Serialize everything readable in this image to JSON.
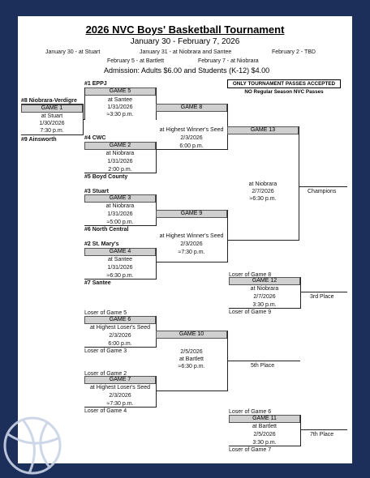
{
  "title": "2026 NVC Boys' Basketball Tournament",
  "dates": "January 30 - February 7, 2026",
  "schedule": [
    "January 30 - at Stuart",
    "January 31 - at Niobrara and Santee",
    "February 2 - TBD",
    "February 5 - at Bartlett",
    "February 7 - at Niobrara"
  ],
  "admission": "Admission:  Adults $6.00 and Students (K-12) $4.00",
  "notice": [
    "ONLY TOURNAMENT PASSES ACCEPTED",
    "NO Regular Season NVC Passes"
  ],
  "teams": {
    "s1": "#1 EPPJ",
    "s8": "#8  Niobrara-Verdigre",
    "s9": "#9  Ainsworth",
    "s4": "#4  CWC",
    "s5": "#5  Boyd County",
    "s3": "#3  Stuart",
    "s6": "#6  North Central",
    "s2": "#2  St. Mary's",
    "s7": "#7  Santee"
  },
  "games": {
    "g1": {
      "name": "GAME 1",
      "site": "at Stuart",
      "date": "1/30/2026",
      "time": "7:30 p.m."
    },
    "g5": {
      "name": "GAME 5",
      "site": "at Santee",
      "date": "1/31/2026",
      "time": "≈3:30 p.m."
    },
    "g2": {
      "name": "GAME 2",
      "site": "at Niobrara",
      "date": "1/31/2026",
      "time": "2:00 p.m."
    },
    "g3": {
      "name": "GAME 3",
      "site": "at Niobrara",
      "date": "1/31/2026",
      "time": "≈5:00 p.m."
    },
    "g4": {
      "name": "GAME 4",
      "site": "at Santee",
      "date": "1/31/2026",
      "time": "≈6:30 p.m."
    },
    "g8": {
      "name": "GAME 8",
      "site": "at Highest Winner's Seed",
      "date": "2/3/2026",
      "time": "6:00 p.m."
    },
    "g9": {
      "name": "GAME 9",
      "site": "at Highest Winner's Seed",
      "date": "2/3/2026",
      "time": "≈7:30 p.m."
    },
    "g13": {
      "name": "GAME 13",
      "site": "at Niobrara",
      "date": "2/7/2026",
      "time": "≈6:30 p.m."
    },
    "g12": {
      "name": "GAME 12",
      "site": "at Niobrara",
      "date": "2/7/2026",
      "time": "3:30 p.m."
    },
    "g6": {
      "name": "GAME 6",
      "site": "at Highest Loser's Seed",
      "date": "2/3/2026",
      "time": "6:00 p.m."
    },
    "g7": {
      "name": "GAME 7",
      "site": "at Highest Loser's Seed",
      "date": "2/3/2026",
      "time": "≈7:30 p.m."
    },
    "g10": {
      "name": "GAME 10",
      "site": "at Bartlett",
      "date": "2/5/2026",
      "time": "≈6:30 p.m."
    },
    "g11": {
      "name": "GAME 11",
      "site": "at Bartlett",
      "date": "2/5/2026",
      "time": "3:30 p.m."
    }
  },
  "labels": {
    "champions": "Champions",
    "third": "3rd Place",
    "fifth": "5th Place",
    "seventh": "7th Place",
    "loser5": "Loser of Game 5",
    "loser3": "Loser of Game 3",
    "loser2": "Loser of Game 2",
    "loser4": "Loser of Game 4",
    "loser8": "Loser of Game 8",
    "loser9": "Loser of Game 9",
    "loser6": "Loser of Game 6",
    "loser7": "Loser of Game 7"
  }
}
